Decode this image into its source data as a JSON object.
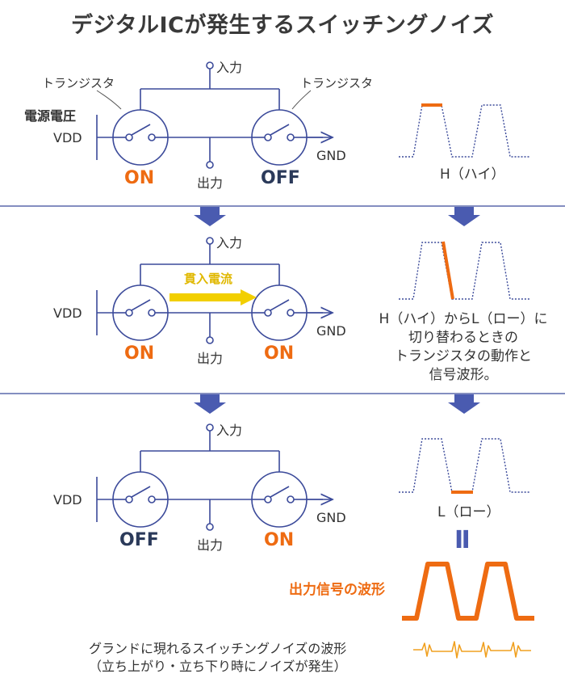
{
  "title": "デジタルICが発生するスイッチングノイズ",
  "labels": {
    "transistor": "トランジスタ",
    "power_supply": "電源電圧",
    "vdd": "VDD",
    "gnd": "GND",
    "input": "入力",
    "output": "出力",
    "through_current": "貫入電流",
    "on": "ON",
    "off": "OFF"
  },
  "stages": [
    {
      "left_state": "ON",
      "right_state": "OFF",
      "waveform_label": "H（ハイ）"
    },
    {
      "left_state": "ON",
      "right_state": "ON",
      "waveform_label": "H（ハイ）からL（ロー）に\n切り替わるときの\nトランジスタの動作と\n信号波形。"
    },
    {
      "left_state": "OFF",
      "right_state": "ON",
      "waveform_label": "L（ロー）"
    }
  ],
  "equals_sign": "Ⅱ",
  "output_waveform_label": "出力信号の波形",
  "noise_label": "グランドに現れるスイッチングノイズの波形\n（立ち上がり・立ち下り時にノイズが発生）",
  "colors": {
    "circuit": "#3b4a9a",
    "arrow": "#4a5bb0",
    "on": "#ee6b12",
    "off": "#2b3a5a",
    "current": "#f2cf00",
    "noise": "#f0a020",
    "divider": "#3b4a9a"
  }
}
